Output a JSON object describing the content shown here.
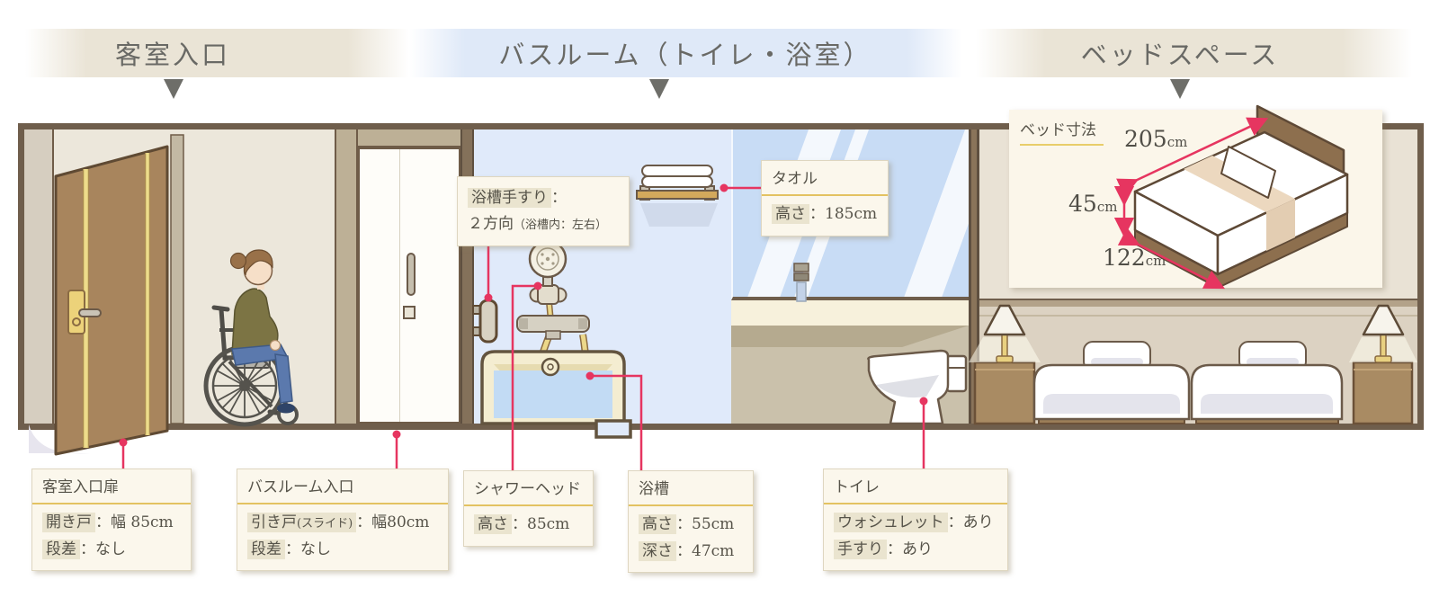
{
  "section_headers": [
    {
      "label": "客室入口"
    },
    {
      "label": "バスルーム（トイレ・浴室）"
    },
    {
      "label": "ベッドスペース"
    }
  ],
  "separator": "：",
  "callouts": {
    "bathtub_grab": {
      "term": "浴槽手すり",
      "value_main": "２方向",
      "value_detail": "（浴槽内：左右）"
    },
    "towel": {
      "title": "タオル",
      "term": "高さ",
      "value": "185cm"
    }
  },
  "info_cards": [
    {
      "title": "客室入口扉",
      "rows": [
        {
          "term": "開き戸",
          "value": "幅 85cm"
        },
        {
          "term": "段差",
          "value": "なし"
        }
      ]
    },
    {
      "title": "バスルーム入口",
      "rows": [
        {
          "term": "引き戸",
          "term_note": "(スライド)",
          "value": "幅80cm"
        },
        {
          "term": "段差",
          "value": "なし"
        }
      ]
    },
    {
      "title": "シャワーヘッド",
      "rows": [
        {
          "term": "高さ",
          "value": "85cm"
        }
      ]
    },
    {
      "title": "浴槽",
      "rows": [
        {
          "term": "高さ",
          "value": "55cm"
        },
        {
          "term": "深さ",
          "value": "47cm"
        }
      ]
    },
    {
      "title": "トイレ",
      "rows": [
        {
          "term": "ウォシュレット",
          "value": "あり"
        },
        {
          "term": "手すり",
          "value": "あり"
        }
      ]
    }
  ],
  "bed_panel": {
    "title": "ベッド寸法",
    "dims": {
      "length": {
        "num": "205",
        "unit": "cm"
      },
      "height": {
        "num": "45",
        "unit": "cm"
      },
      "width": {
        "num": "122",
        "unit": "cm"
      }
    }
  },
  "colors": {
    "leader": "#e63560",
    "gold_rule": "#e3c261",
    "card_bg": "#fbf7ec",
    "highlight_bg": "#eae4cf",
    "band_beige": "#eae4d6",
    "band_blue": "#dfe9f8",
    "scene_border": "#6f5e4c"
  }
}
